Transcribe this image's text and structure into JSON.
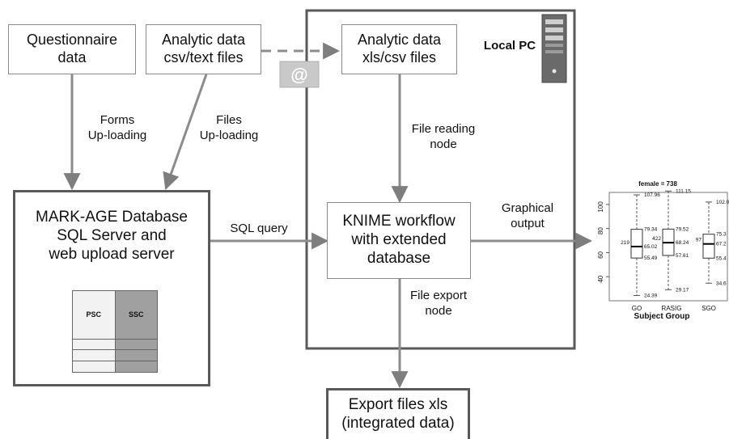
{
  "nodes": {
    "questionnaire": "Questionnaire\ndata",
    "analytic_csv": "Analytic data\ncsv/text files",
    "analytic_xls": "Analytic data\nxls/csv files",
    "local_pc": "Local PC",
    "markage": "MARK-AGE Database\nSQL Server and\nweb upload server",
    "knime": "KNIME workflow\nwith extended\ndatabase",
    "export": "Export files xls\n(integrated data)"
  },
  "edges": {
    "forms": "Forms\nUp-loading",
    "files": "Files\nUp-loading",
    "file_reading": "File reading\nnode",
    "sql_query": "SQL query",
    "graphical": "Graphical\noutput",
    "file_export": "File export\nnode"
  },
  "email_symbol": "@",
  "db_table": {
    "headers": [
      "PSC",
      "SSC"
    ],
    "row_count": 3,
    "colors": {
      "left": "#f2f2f2",
      "right": "#a0a0a0"
    }
  },
  "chart_data": {
    "type": "boxplot",
    "title": "female = 738",
    "xlabel": "Subject Group",
    "ylabel": "",
    "categories": [
      "GO",
      "RASIG",
      "SGO"
    ],
    "yticks": [
      40,
      60,
      80,
      100
    ],
    "ylim": [
      20,
      110
    ],
    "boxes": [
      {
        "n": "219",
        "min": 24.39,
        "q1": 55.49,
        "median": 65.02,
        "q3": 79.34,
        "max": 107.96,
        "labels": [
          "107.96",
          "79.34",
          "65.02",
          "55.49",
          "24.39"
        ]
      },
      {
        "n": "422",
        "min": 29.17,
        "q1": 57.61,
        "median": 68.24,
        "q3": 79.52,
        "max": 111.15,
        "labels": [
          "111.15",
          "79.52",
          "68.24",
          "57.61",
          "29.17"
        ]
      },
      {
        "n": "97",
        "min": 34.6,
        "q1": 55.4,
        "median": 67.2,
        "q3": 75.3,
        "max": 102.0,
        "labels": [
          "102.0",
          "75.3",
          "67.2",
          "55.4",
          "34.6"
        ]
      }
    ]
  },
  "colors": {
    "arrow": "#8c8c8c",
    "frame": "#5a5a5a",
    "border": "#8a8a8a"
  }
}
